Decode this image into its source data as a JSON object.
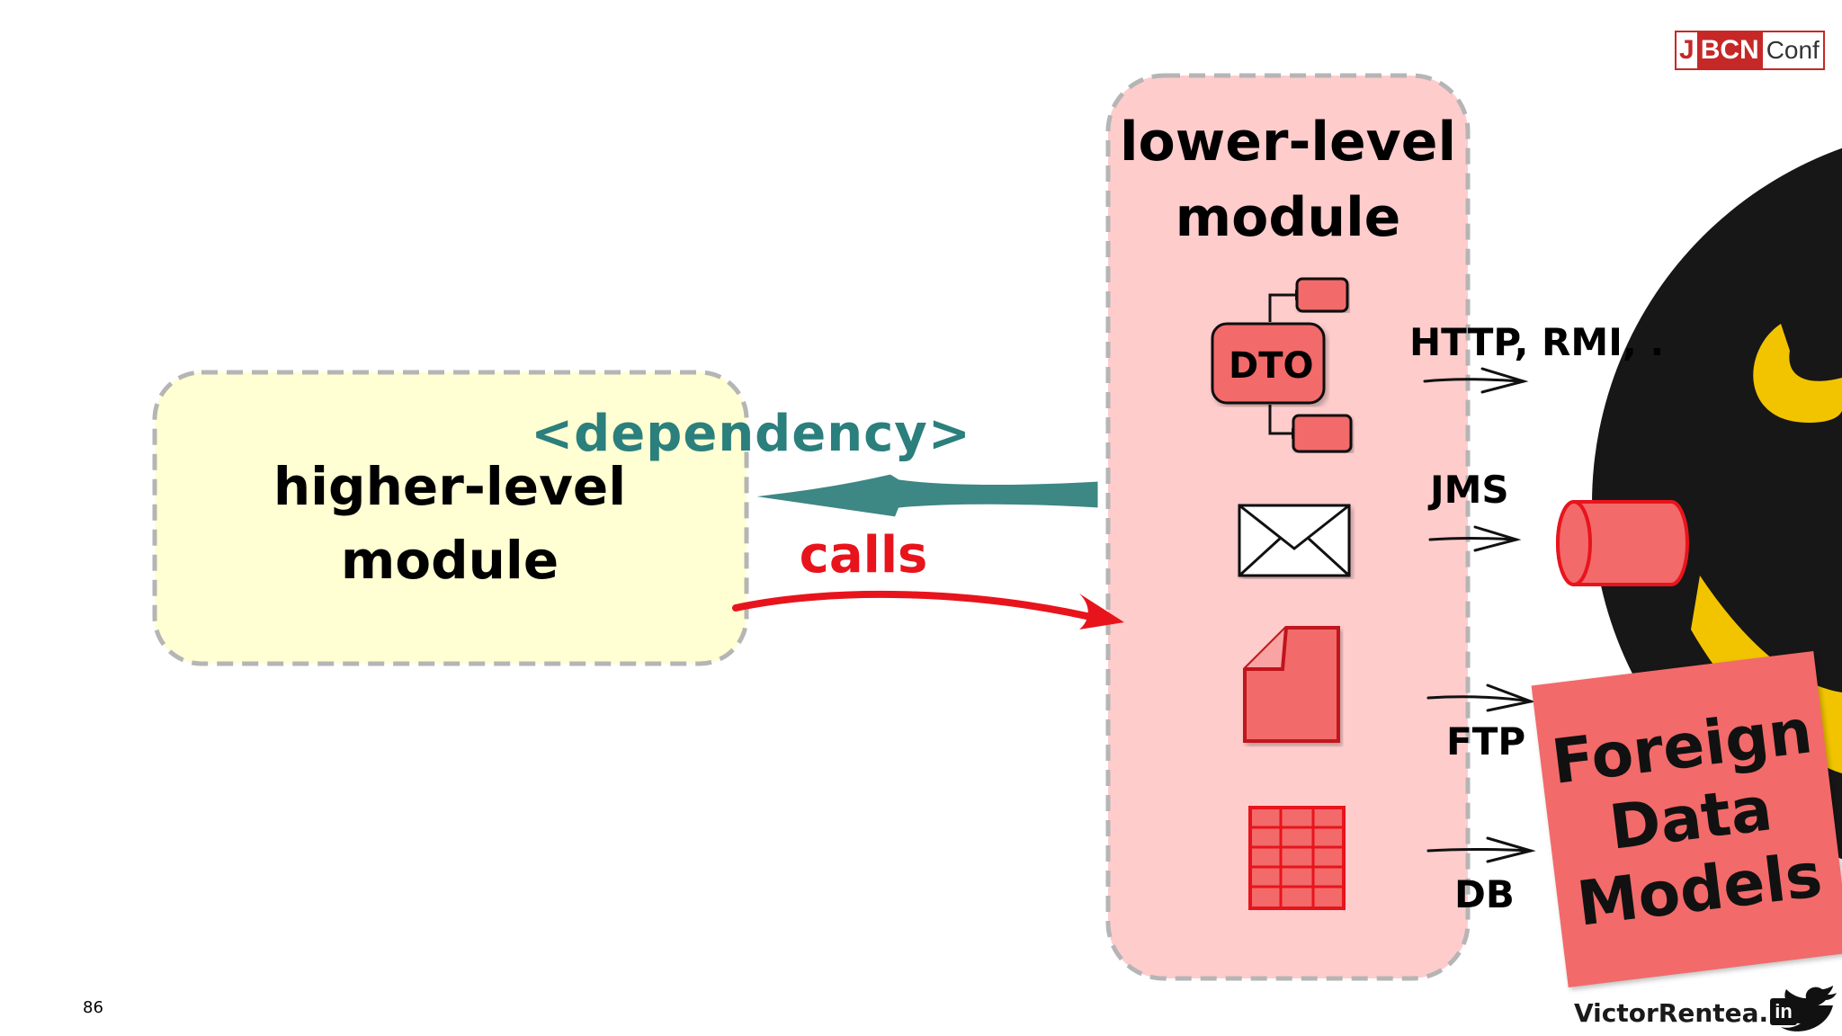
{
  "higher_module": {
    "line1": "higher-level",
    "line2": "module"
  },
  "lower_module": {
    "line1": "lower-level",
    "line2": "module"
  },
  "arrows": {
    "dependency": "<dependency>",
    "calls": "calls"
  },
  "dto": {
    "label": "DTO"
  },
  "protocols": {
    "http": "HTTP, RMI, .",
    "jms": "JMS",
    "ftp": "FTP",
    "db": "DB"
  },
  "foreign_note": {
    "line1": "Foreign",
    "line2": "Data",
    "line3": "Models"
  },
  "footer": {
    "page_number": "86",
    "author": "VictorRentea.ro"
  },
  "logo": {
    "part1": "J",
    "part2": "BCN",
    "part3": "Conf"
  },
  "icons": [
    "dto-diagram-icon",
    "envelope-icon",
    "document-icon",
    "table-grid-icon",
    "database-cylinder-icon",
    "mascot-icon",
    "linkedin-icon",
    "twitter-icon"
  ],
  "colors": {
    "higher_box_fill": "#ffffd3",
    "lower_box_fill": "#ffcccc",
    "dependency": "#2b7f7c",
    "calls": "#e8141c",
    "accent_red": "#f26a6a",
    "dark_red": "#c62828"
  }
}
